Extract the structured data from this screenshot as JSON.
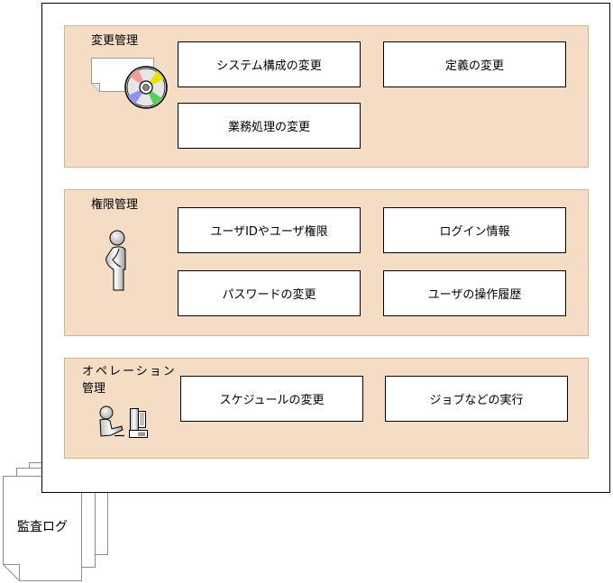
{
  "colors": {
    "panel_fill": "#F5DCC5",
    "panel_border": "#D9B48C",
    "box_border": "#000000",
    "page_border": "#8C8C8C"
  },
  "audit_log": {
    "label": "監査ログ",
    "icon": "document-stack-icon"
  },
  "panels": [
    {
      "title": "変更管理",
      "icon": "document-with-cd-icon",
      "items": [
        {
          "label": "システム構成の変更"
        },
        {
          "label": "定義の変更"
        },
        {
          "label": "業務処理の変更"
        }
      ]
    },
    {
      "title": "権限管理",
      "icon": "standing-person-icon",
      "items": [
        {
          "label": "ユーザIDやユーザ権限"
        },
        {
          "label": "ログイン情報"
        },
        {
          "label": "パスワードの変更"
        },
        {
          "label": "ユーザの操作履歴"
        }
      ]
    },
    {
      "title_line1": "オペレーション",
      "title_line2": "管理",
      "icon": "operator-at-computer-icon",
      "items": [
        {
          "label": "スケジュールの変更"
        },
        {
          "label": "ジョブなどの実行"
        }
      ]
    }
  ]
}
